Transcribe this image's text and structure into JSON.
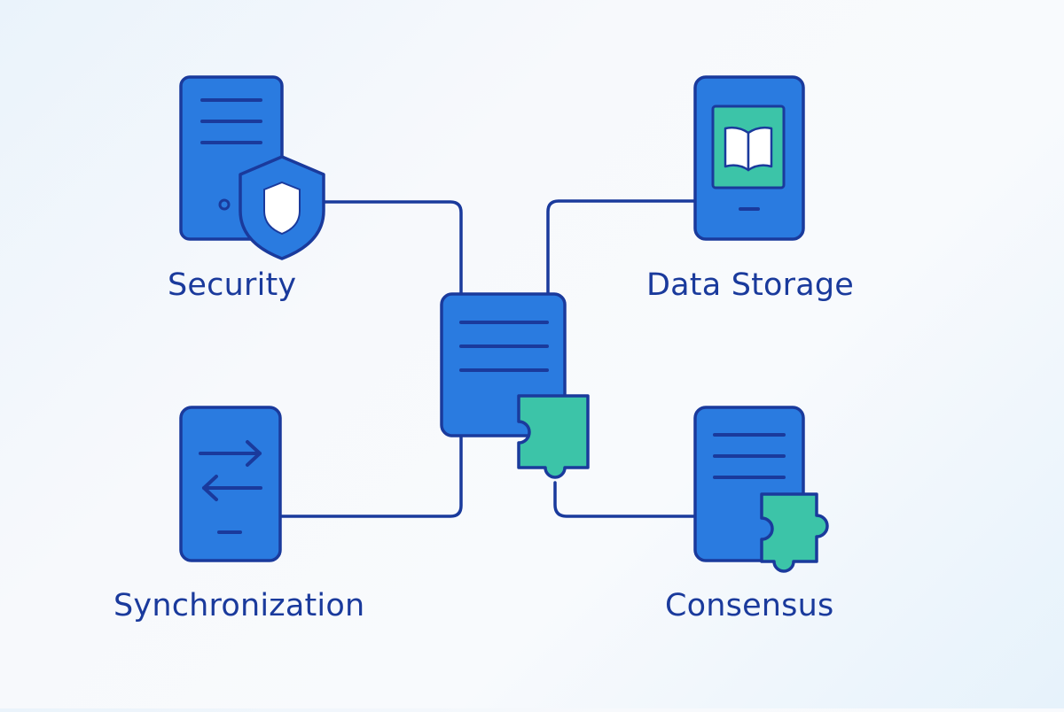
{
  "diagram": {
    "nodes": [
      {
        "id": "security",
        "label": "Security",
        "icon": "server-shield-icon"
      },
      {
        "id": "data-storage",
        "label": "Data Storage",
        "icon": "tablet-book-icon"
      },
      {
        "id": "hub",
        "label": "",
        "icon": "document-puzzle-icon"
      },
      {
        "id": "synchronization",
        "label": "Synchronization",
        "icon": "phone-sync-arrows-icon"
      },
      {
        "id": "consensus",
        "label": "Consensus",
        "icon": "document-puzzle-icon"
      }
    ],
    "edges": [
      {
        "from": "security",
        "to": "hub"
      },
      {
        "from": "data-storage",
        "to": "hub"
      },
      {
        "from": "synchronization",
        "to": "hub"
      },
      {
        "from": "hub",
        "to": "consensus"
      }
    ]
  },
  "colors": {
    "device_fill": "#2a7be0",
    "device_stroke": "#1a3a9c",
    "accent_teal": "#3cc4a8",
    "shield_inner": "#3ba0ff",
    "label": "#1a3a9c",
    "line": "#1a3a9c"
  }
}
